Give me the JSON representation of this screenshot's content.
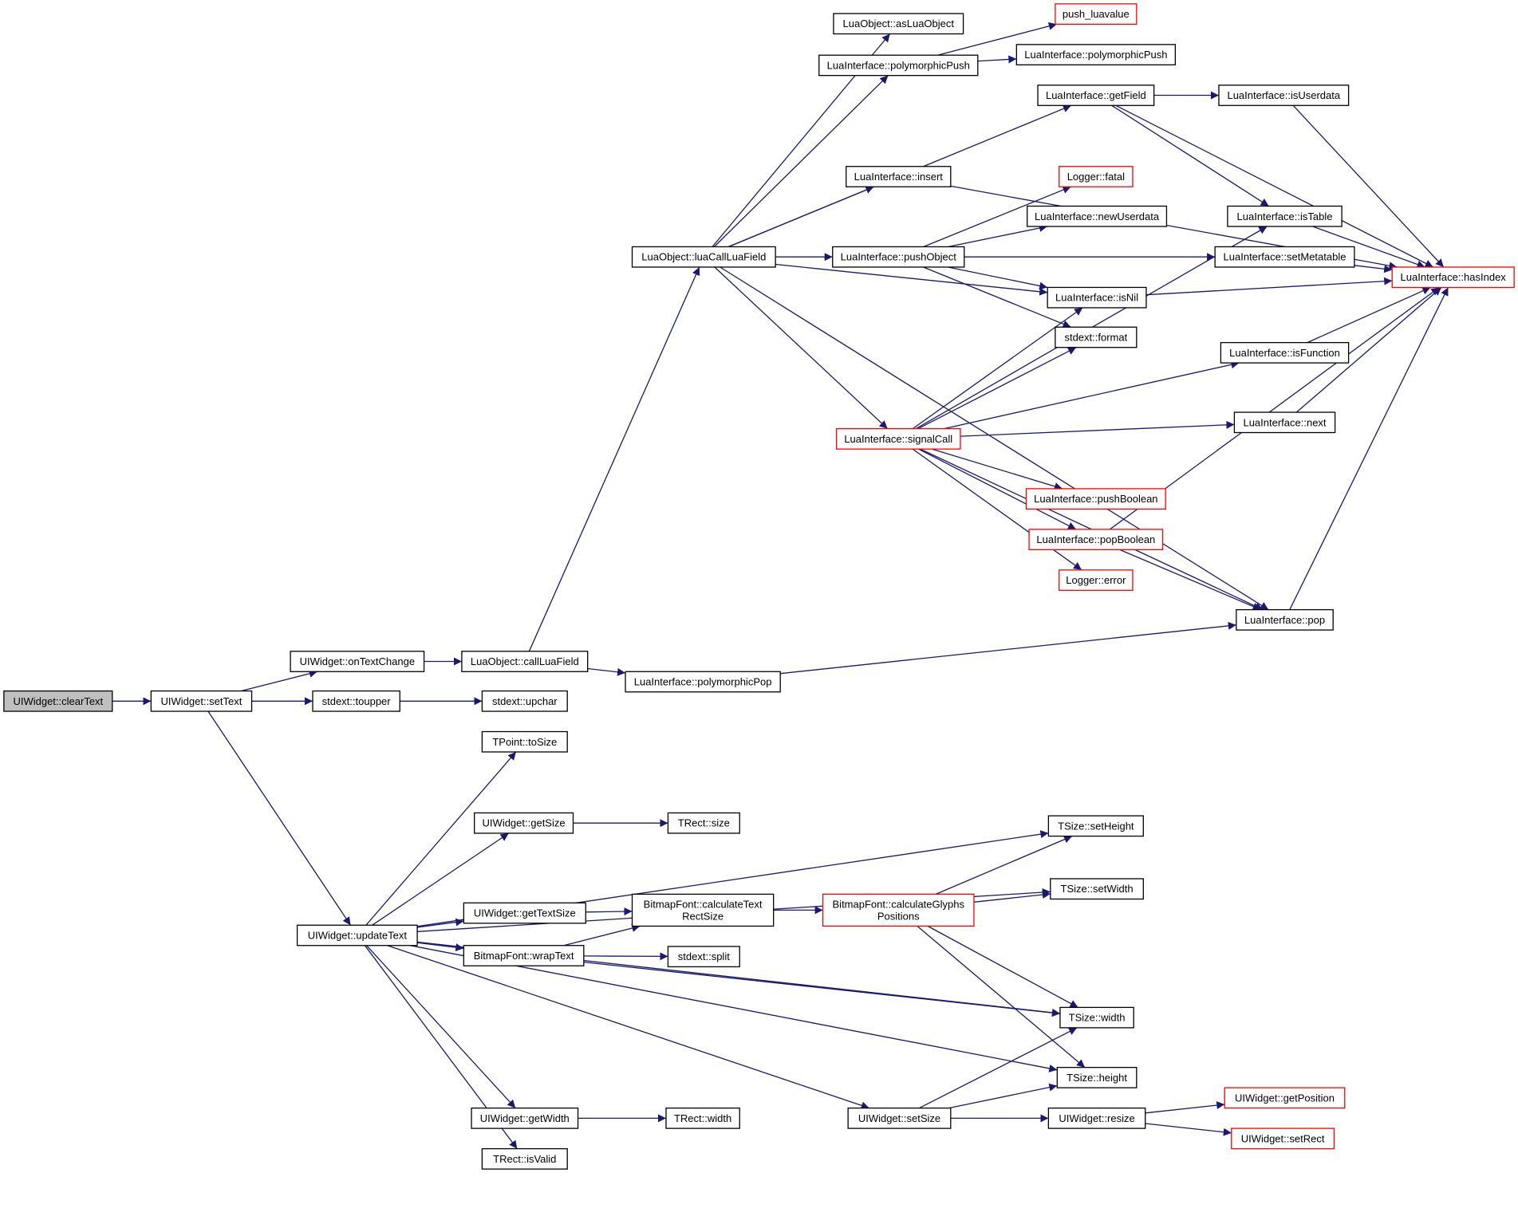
{
  "colors": {
    "edge": "#191970",
    "node_border": "#000000",
    "truncated_border": "#ff0000",
    "current_fill": "#bfbfbf",
    "background": "#ffffff"
  },
  "nodes": [
    {
      "id": "clearText",
      "label": [
        "UIWidget::clearText"
      ],
      "style": "current"
    },
    {
      "id": "setText",
      "label": [
        "UIWidget::setText"
      ]
    },
    {
      "id": "onTextChange",
      "label": [
        "UIWidget::onTextChange"
      ]
    },
    {
      "id": "callLuaField",
      "label": [
        "LuaObject::callLuaField"
      ]
    },
    {
      "id": "luaCallLuaField",
      "label": [
        "LuaObject::luaCallLuaField"
      ]
    },
    {
      "id": "asLuaObject",
      "label": [
        "LuaObject::asLuaObject"
      ]
    },
    {
      "id": "push_luavalue",
      "label": [
        "push_luavalue"
      ],
      "style": "red"
    },
    {
      "id": "polyPush1",
      "label": [
        "LuaInterface::polymorphicPush"
      ]
    },
    {
      "id": "polyPush2",
      "label": [
        "LuaInterface::polymorphicPush"
      ]
    },
    {
      "id": "getField",
      "label": [
        "LuaInterface::getField"
      ]
    },
    {
      "id": "isUserdata",
      "label": [
        "LuaInterface::isUserdata"
      ]
    },
    {
      "id": "insert",
      "label": [
        "LuaInterface::insert"
      ]
    },
    {
      "id": "fatal",
      "label": [
        "Logger::fatal"
      ],
      "style": "red"
    },
    {
      "id": "newUserdata",
      "label": [
        "LuaInterface::newUserdata"
      ]
    },
    {
      "id": "isTable",
      "label": [
        "LuaInterface::isTable"
      ]
    },
    {
      "id": "pushObject",
      "label": [
        "LuaInterface::pushObject"
      ]
    },
    {
      "id": "setMetatable",
      "label": [
        "LuaInterface::setMetatable"
      ]
    },
    {
      "id": "hasIndex",
      "label": [
        "LuaInterface::hasIndex"
      ],
      "style": "red"
    },
    {
      "id": "isNil",
      "label": [
        "LuaInterface::isNil"
      ]
    },
    {
      "id": "format",
      "label": [
        "stdext::format"
      ]
    },
    {
      "id": "isFunction",
      "label": [
        "LuaInterface::isFunction"
      ]
    },
    {
      "id": "signalCall",
      "label": [
        "LuaInterface::signalCall"
      ],
      "style": "red"
    },
    {
      "id": "next",
      "label": [
        "LuaInterface::next"
      ]
    },
    {
      "id": "pushBoolean",
      "label": [
        "LuaInterface::pushBoolean"
      ],
      "style": "red"
    },
    {
      "id": "popBoolean",
      "label": [
        "LuaInterface::popBoolean"
      ],
      "style": "red"
    },
    {
      "id": "error",
      "label": [
        "Logger::error"
      ],
      "style": "red"
    },
    {
      "id": "pop",
      "label": [
        "LuaInterface::pop"
      ]
    },
    {
      "id": "polyPop",
      "label": [
        "LuaInterface::polymorphicPop"
      ]
    },
    {
      "id": "toupper",
      "label": [
        "stdext::toupper"
      ]
    },
    {
      "id": "upchar",
      "label": [
        "stdext::upchar"
      ]
    },
    {
      "id": "toSize",
      "label": [
        "TPoint::toSize"
      ]
    },
    {
      "id": "getSize",
      "label": [
        "UIWidget::getSize"
      ]
    },
    {
      "id": "rectSize",
      "label": [
        "TRect::size"
      ]
    },
    {
      "id": "setHeight",
      "label": [
        "TSize::setHeight"
      ]
    },
    {
      "id": "setWidth",
      "label": [
        "TSize::setWidth"
      ]
    },
    {
      "id": "updateText",
      "label": [
        "UIWidget::updateText"
      ]
    },
    {
      "id": "getTextSize",
      "label": [
        "UIWidget::getTextSize"
      ]
    },
    {
      "id": "calcTextRectSize",
      "label": [
        "BitmapFont::calculateText",
        "RectSize"
      ]
    },
    {
      "id": "calcGlyphs",
      "label": [
        "BitmapFont::calculateGlyphs",
        "Positions"
      ],
      "style": "red"
    },
    {
      "id": "wrapText",
      "label": [
        "BitmapFont::wrapText"
      ]
    },
    {
      "id": "split",
      "label": [
        "stdext::split"
      ]
    },
    {
      "id": "sizeWidth",
      "label": [
        "TSize::width"
      ]
    },
    {
      "id": "sizeHeight",
      "label": [
        "TSize::height"
      ]
    },
    {
      "id": "getWidth",
      "label": [
        "UIWidget::getWidth"
      ]
    },
    {
      "id": "rectWidth",
      "label": [
        "TRect::width"
      ]
    },
    {
      "id": "isValid",
      "label": [
        "TRect::isValid"
      ]
    },
    {
      "id": "setSize",
      "label": [
        "UIWidget::setSize"
      ]
    },
    {
      "id": "resize",
      "label": [
        "UIWidget::resize"
      ]
    },
    {
      "id": "getPosition",
      "label": [
        "UIWidget::getPosition"
      ],
      "style": "red"
    },
    {
      "id": "setRect",
      "label": [
        "UIWidget::setRect"
      ],
      "style": "red"
    }
  ],
  "edges": [
    [
      "clearText",
      "setText"
    ],
    [
      "setText",
      "onTextChange"
    ],
    [
      "setText",
      "toupper"
    ],
    [
      "setText",
      "updateText"
    ],
    [
      "onTextChange",
      "callLuaField"
    ],
    [
      "callLuaField",
      "luaCallLuaField"
    ],
    [
      "callLuaField",
      "polyPop"
    ],
    [
      "luaCallLuaField",
      "asLuaObject"
    ],
    [
      "luaCallLuaField",
      "polyPush1"
    ],
    [
      "luaCallLuaField",
      "getField"
    ],
    [
      "luaCallLuaField",
      "insert"
    ],
    [
      "luaCallLuaField",
      "pushObject"
    ],
    [
      "luaCallLuaField",
      "isNil"
    ],
    [
      "luaCallLuaField",
      "signalCall"
    ],
    [
      "luaCallLuaField",
      "pop"
    ],
    [
      "polyPush1",
      "push_luavalue"
    ],
    [
      "polyPush1",
      "polyPush2"
    ],
    [
      "getField",
      "isUserdata"
    ],
    [
      "getField",
      "isTable"
    ],
    [
      "getField",
      "hasIndex"
    ],
    [
      "isUserdata",
      "hasIndex"
    ],
    [
      "insert",
      "hasIndex"
    ],
    [
      "pushObject",
      "fatal"
    ],
    [
      "pushObject",
      "newUserdata"
    ],
    [
      "pushObject",
      "setMetatable"
    ],
    [
      "pushObject",
      "isNil"
    ],
    [
      "pushObject",
      "format"
    ],
    [
      "isTable",
      "hasIndex"
    ],
    [
      "setMetatable",
      "hasIndex"
    ],
    [
      "isNil",
      "hasIndex"
    ],
    [
      "isFunction",
      "hasIndex"
    ],
    [
      "next",
      "hasIndex"
    ],
    [
      "popBoolean",
      "hasIndex"
    ],
    [
      "pop",
      "hasIndex"
    ],
    [
      "signalCall",
      "isNil"
    ],
    [
      "signalCall",
      "format"
    ],
    [
      "signalCall",
      "isTable"
    ],
    [
      "signalCall",
      "isFunction"
    ],
    [
      "signalCall",
      "next"
    ],
    [
      "signalCall",
      "pushBoolean"
    ],
    [
      "signalCall",
      "popBoolean"
    ],
    [
      "signalCall",
      "error"
    ],
    [
      "signalCall",
      "pop"
    ],
    [
      "popBoolean",
      "pop"
    ],
    [
      "polyPop",
      "pop"
    ],
    [
      "toupper",
      "upchar"
    ],
    [
      "updateText",
      "toSize"
    ],
    [
      "updateText",
      "getSize"
    ],
    [
      "updateText",
      "setHeight"
    ],
    [
      "updateText",
      "setWidth"
    ],
    [
      "updateText",
      "getTextSize"
    ],
    [
      "updateText",
      "wrapText"
    ],
    [
      "updateText",
      "sizeWidth"
    ],
    [
      "updateText",
      "sizeHeight"
    ],
    [
      "updateText",
      "getWidth"
    ],
    [
      "updateText",
      "isValid"
    ],
    [
      "updateText",
      "setSize"
    ],
    [
      "getSize",
      "rectSize"
    ],
    [
      "getTextSize",
      "calcTextRectSize"
    ],
    [
      "calcTextRectSize",
      "calcGlyphs"
    ],
    [
      "calcGlyphs",
      "setHeight"
    ],
    [
      "calcGlyphs",
      "setWidth"
    ],
    [
      "calcGlyphs",
      "sizeWidth"
    ],
    [
      "calcGlyphs",
      "sizeHeight"
    ],
    [
      "wrapText",
      "calcTextRectSize"
    ],
    [
      "wrapText",
      "split"
    ],
    [
      "wrapText",
      "sizeWidth"
    ],
    [
      "getWidth",
      "rectWidth"
    ],
    [
      "setSize",
      "sizeWidth"
    ],
    [
      "setSize",
      "sizeHeight"
    ],
    [
      "setSize",
      "resize"
    ],
    [
      "resize",
      "getPosition"
    ],
    [
      "resize",
      "setRect"
    ]
  ]
}
